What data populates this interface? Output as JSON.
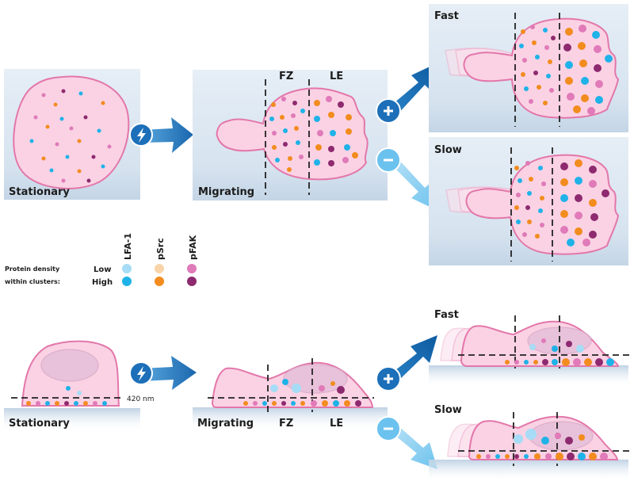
{
  "top_row": {
    "stationary_label": "Stationary",
    "migrating_label": "Migrating",
    "fz_label": "FZ",
    "le_label": "LE",
    "fast_label": "Fast",
    "slow_label": "Slow"
  },
  "bottom_row": {
    "stationary_label": "Stationary",
    "migrating_label": "Migrating",
    "fz_label": "FZ",
    "le_label": "LE",
    "fast_label": "Fast",
    "slow_label": "Slow",
    "height_label": "420 nm"
  },
  "legend": {
    "row_title_1": "Protein density",
    "row_title_2": "within clusters:",
    "low_label": "Low",
    "high_label": "High",
    "columns": [
      {
        "name": "LFA-1",
        "low_color": "#a6dcf5",
        "high_color": "#1fb2e8"
      },
      {
        "name": "pSrc",
        "low_color": "#f9d4a9",
        "high_color": "#f28c1f"
      },
      {
        "name": "pFAK",
        "low_color": "#e07ab8",
        "high_color": "#8e2a6f"
      }
    ]
  },
  "colors": {
    "lfa1_low": "#a6dcf5",
    "lfa1_high": "#1fb2e8",
    "psrc_low": "#f9d4a9",
    "psrc_high": "#f28c1f",
    "pfak_low": "#e07ab8",
    "pfak_high": "#8e2a6f",
    "arrow_dark": "#1c6fb8",
    "arrow_light": "#7cc8ef",
    "cell_fill": "#fad2e4",
    "cell_stroke": "#e377aa",
    "panel_bg": "#dfe9f3"
  },
  "icons": {
    "stimulus": "lightning-bolt-icon",
    "plus": "plus-sign-icon",
    "minus": "minus-sign-icon"
  }
}
